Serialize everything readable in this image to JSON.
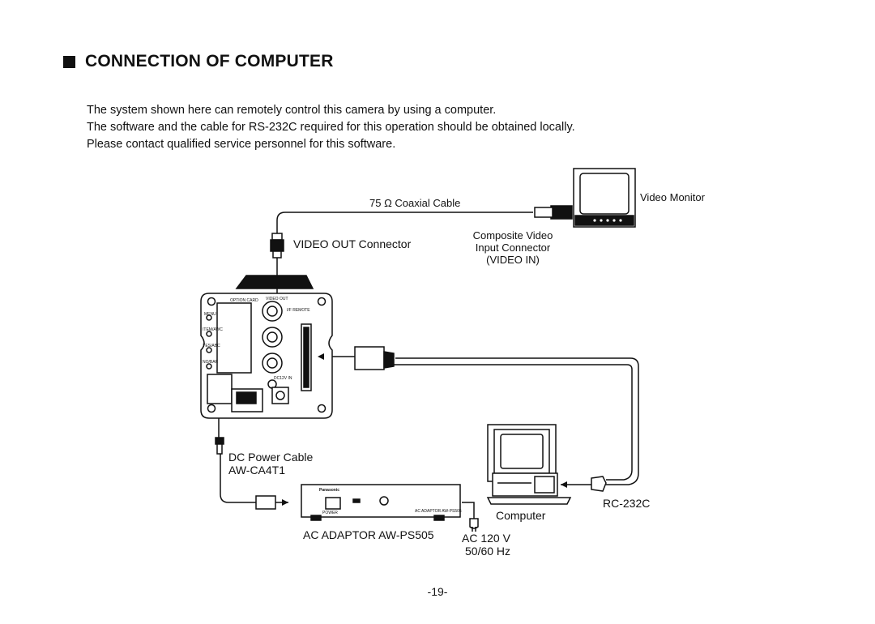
{
  "header": {
    "title": "CONNECTION OF COMPUTER"
  },
  "intro": {
    "lines": [
      "The system shown here can remotely control this camera by using a computer.",
      "The software and the cable for RS-232C required for this operation should be obtained locally.",
      "Please contact qualified service personnel for this software."
    ]
  },
  "diagram": {
    "coax_cable": "75 Ω Coaxial Cable",
    "video_monitor": "Video Monitor",
    "composite_line1": "Composite Video",
    "composite_line2": "Input Connector",
    "composite_line3": "(VIDEO IN)",
    "video_out_connector": "VIDEO OUT Connector",
    "dc_power_cable": "DC Power Cable",
    "dc_power_model": "AW-CA4T1",
    "computer": "Computer",
    "rc232c": "RC-232C",
    "ac_adaptor": "AC ADAPTOR AW-PS505",
    "ac_voltage": "AC 120 V",
    "ac_freq": "50/60 Hz",
    "camera_labels": {
      "option_card": "OPTION CARD",
      "video_out": "VIDEO OUT",
      "if_remote": "I/F REMOTE",
      "menu": "MENU",
      "item_awc": "ITEM/AWC",
      "yes_abc": "YES/ABC",
      "no_bar": "NO/BAR",
      "dc_in": "DC12V IN"
    },
    "adaptor_labels": {
      "brand": "Panasonic",
      "power": "POWER",
      "model": "AC ADAPTOR AW-PS505"
    }
  },
  "footer": {
    "page_number": "-19-"
  }
}
